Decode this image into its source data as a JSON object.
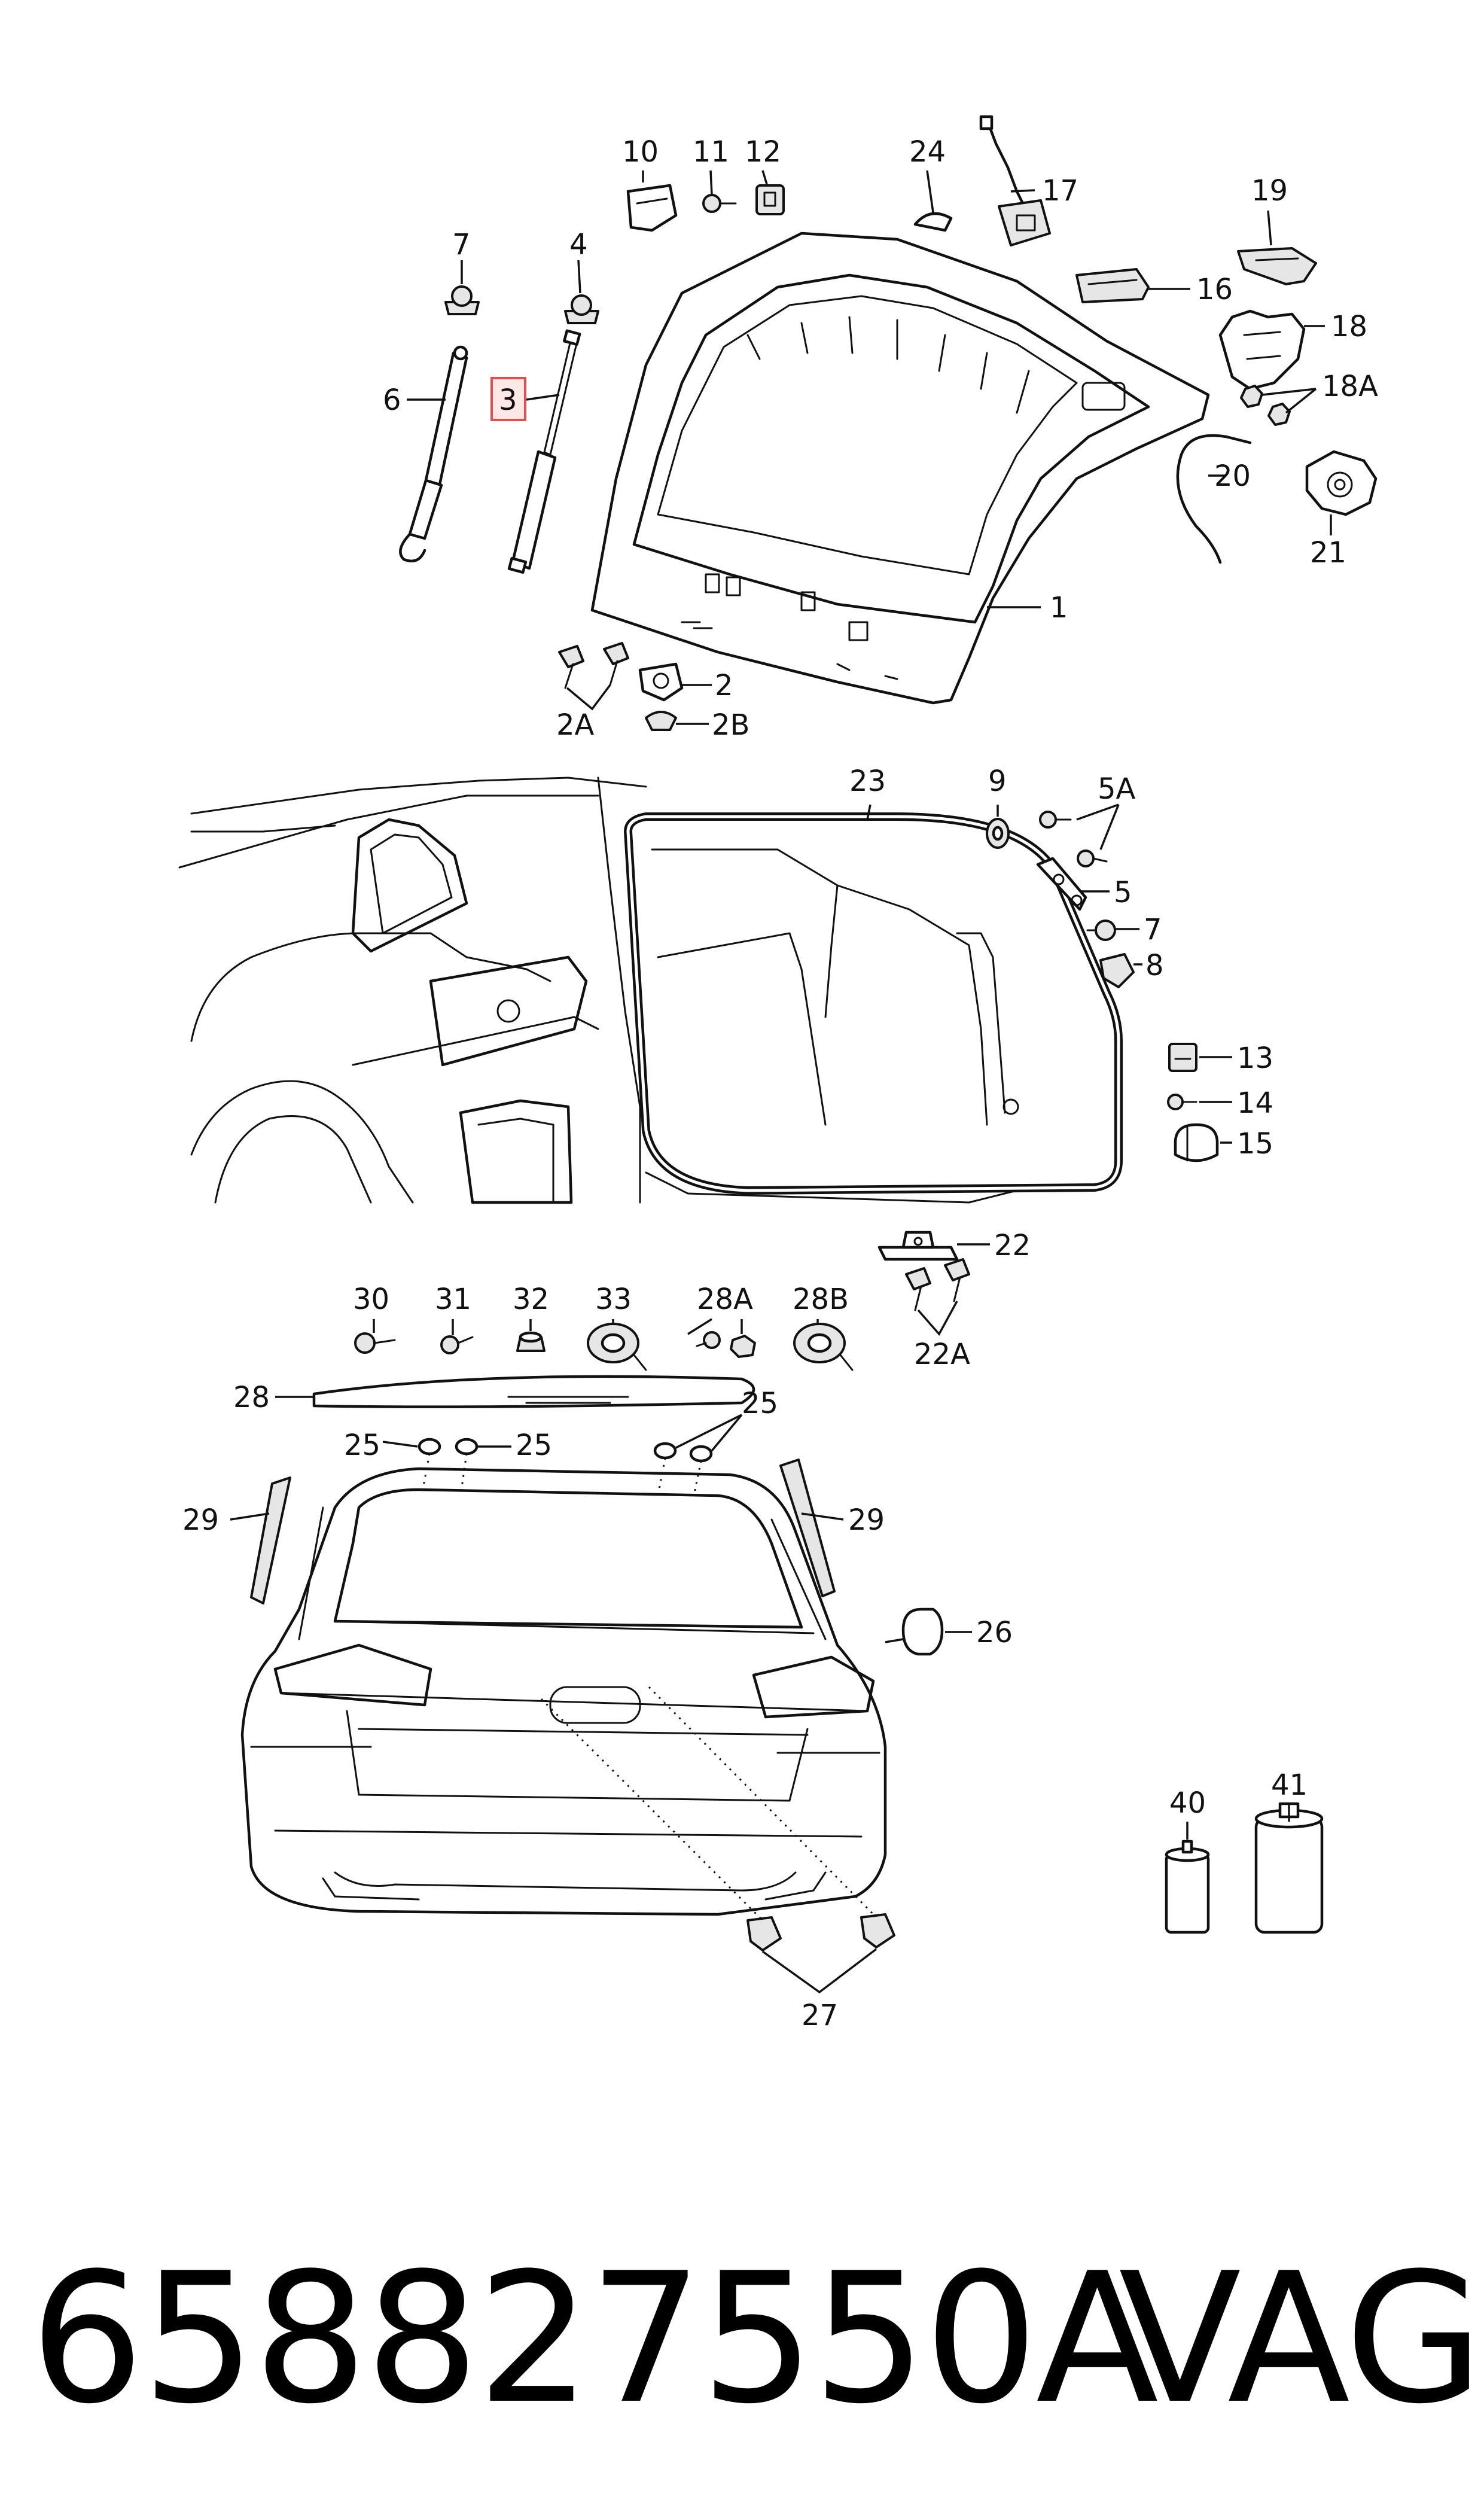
{
  "footer": {
    "part_number": "658827550A",
    "brand": "VAG"
  },
  "highlight": {
    "label": "3",
    "box_color": "#e05050",
    "fill_color": "#fde8e8"
  },
  "callouts": {
    "c1": "1",
    "c2": "2",
    "c2A": "2A",
    "c2B": "2B",
    "c3": "3",
    "c4": "4",
    "c5": "5",
    "c5A": "5A",
    "c6": "6",
    "c7a": "7",
    "c7b": "7",
    "c8": "8",
    "c9": "9",
    "c10": "10",
    "c11": "11",
    "c12": "12",
    "c13": "13",
    "c14": "14",
    "c15": "15",
    "c16": "16",
    "c17": "17",
    "c18": "18",
    "c18A": "18A",
    "c19": "19",
    "c20": "20",
    "c21": "21",
    "c22": "22",
    "c22A": "22A",
    "c23": "23",
    "c24": "24",
    "c25a": "25",
    "c25b": "25",
    "c25c": "25",
    "c26": "26",
    "c27": "27",
    "c28": "28",
    "c28A": "28A",
    "c28B": "28B",
    "c29a": "29",
    "c29b": "29",
    "c30": "30",
    "c31": "31",
    "c32": "32",
    "c33": "33",
    "c40": "40",
    "c41": "41"
  }
}
